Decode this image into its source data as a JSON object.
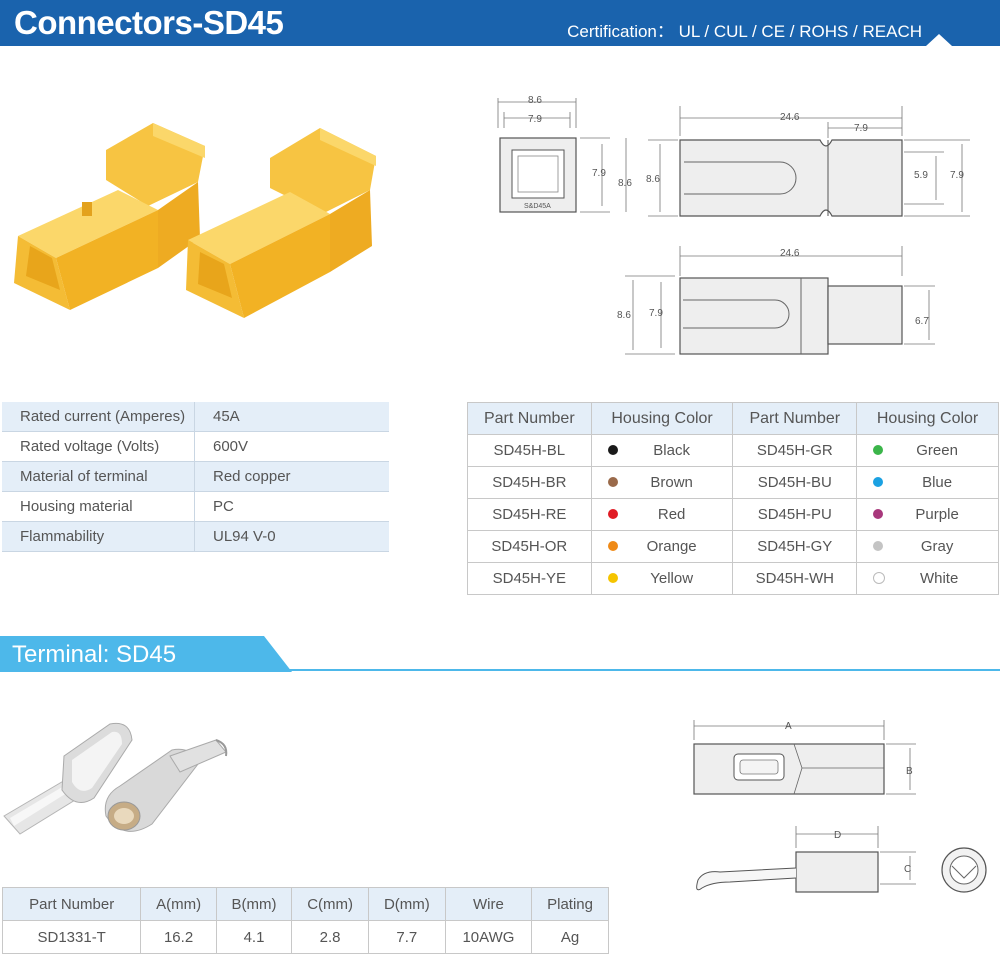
{
  "header": {
    "title": "Connectors-SD45",
    "certification": "Certification： UL / CUL / CE / ROHS / REACH"
  },
  "drawing_labels": {
    "front_outer_width": "8.6",
    "front_inner_width": "7.9",
    "front_inner_height": "7.9",
    "front_outer_height": "8.6",
    "front_marking": "S&D45A",
    "side_height": "8.6",
    "side_length": "24.6",
    "side_slot": "7.9",
    "side_slot_height": "5.9",
    "side_right_height": "7.9",
    "bottom_length": "24.6",
    "bottom_outer_height": "8.6",
    "bottom_inner_height": "7.9",
    "bottom_tab_height": "6.7",
    "term_a": "A",
    "term_b": "B",
    "term_c": "C",
    "term_d": "D"
  },
  "spec_table": [
    {
      "key": "Rated current (Amperes)",
      "value": "45A"
    },
    {
      "key": "Rated voltage (Volts)",
      "value": "600V"
    },
    {
      "key": "Material of terminal",
      "value": "Red copper"
    },
    {
      "key": "Housing material",
      "value": "PC"
    },
    {
      "key": "Flammability",
      "value": "UL94 V-0"
    }
  ],
  "color_table": {
    "headers": [
      "Part Number",
      "Housing Color",
      "Part Number",
      "Housing Color"
    ],
    "rows": [
      {
        "pn1": "SD45H-BL",
        "c1": "Black",
        "d1": "#1a1a1a",
        "pn2": "SD45H-GR",
        "c2": "Green",
        "d2": "#3bb54a"
      },
      {
        "pn1": "SD45H-BR",
        "c1": "Brown",
        "d1": "#9a6a4a",
        "pn2": "SD45H-BU",
        "c2": "Blue",
        "d2": "#1ba1e2"
      },
      {
        "pn1": "SD45H-RE",
        "c1": "Red",
        "d1": "#e01b24",
        "pn2": "SD45H-PU",
        "c2": "Purple",
        "d2": "#a8387c"
      },
      {
        "pn1": "SD45H-OR",
        "c1": "Orange",
        "d1": "#ef8a17",
        "pn2": "SD45H-GY",
        "c2": "Gray",
        "d2": "#c4c4c4"
      },
      {
        "pn1": "SD45H-YE",
        "c1": "Yellow",
        "d1": "#f5c400",
        "pn2": "SD45H-WH",
        "c2": "White",
        "d2": "#ffffff"
      }
    ]
  },
  "terminal": {
    "title": "Terminal: SD45",
    "headers": [
      "Part Number",
      "A(mm)",
      "B(mm)",
      "C(mm)",
      "D(mm)",
      "Wire",
      "Plating"
    ],
    "row": [
      "SD1331-T",
      "16.2",
      "4.1",
      "2.8",
      "7.7",
      "10AWG",
      "Ag"
    ]
  }
}
